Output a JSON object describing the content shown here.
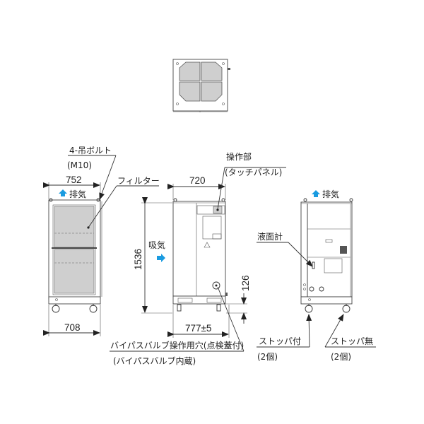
{
  "drawing": {
    "top_view": {
      "name": "top-view"
    },
    "front_view": {
      "labels": {
        "hanging_bolt": "4-吊ボルト",
        "hanging_bolt_size": "(M10)",
        "filter": "フィルター",
        "exhaust": "排気"
      },
      "dimensions": {
        "top_width": "752",
        "bottom_width": "708"
      }
    },
    "side_view": {
      "labels": {
        "control_panel": "操作部",
        "control_panel_sub": "(タッチパネル)",
        "intake": "吸気",
        "bypass_valve_hole": "バイパスバルブ操作用穴(点検蓋付)",
        "bypass_valve_sub": "(バイパスバルブ内蔵)"
      },
      "dimensions": {
        "width": "720",
        "height": "1536",
        "base_height": "126",
        "depth": "777±5"
      }
    },
    "rear_view": {
      "labels": {
        "exhaust": "排気",
        "level_gauge": "液面計",
        "caster_with_stopper": "ストッパ付",
        "caster_with_stopper_qty": "(2個)",
        "caster_without_stopper": "ストッパ無",
        "caster_without_stopper_qty": "(2個)"
      }
    },
    "colors": {
      "arrow_blue": "#1a9be0",
      "panel_gray": "#cfcfcf",
      "line": "#333333"
    }
  }
}
